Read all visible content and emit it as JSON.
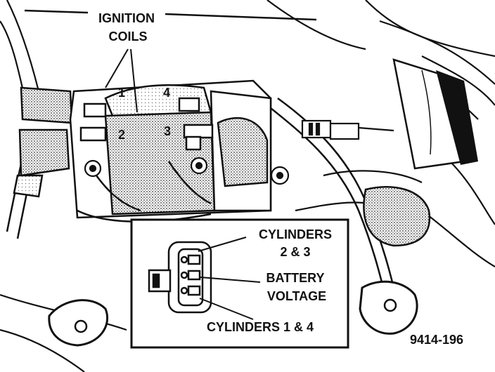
{
  "callouts": {
    "ignition_coils_line1": "IGNITION",
    "ignition_coils_line2": "COILS",
    "coil_numbers": [
      "1",
      "4",
      "2",
      "3"
    ]
  },
  "inset": {
    "cylinders_23_line1": "CYLINDERS",
    "cylinders_23_line2": "2 & 3",
    "battery_line1": "BATTERY",
    "battery_line2": "VOLTAGE",
    "cylinders_14": "CYLINDERS 1 & 4"
  },
  "figure_id": "9414-196",
  "colors": {
    "ink": "#111111",
    "paper": "#ffffff",
    "stipple": "#9a9a9a"
  }
}
